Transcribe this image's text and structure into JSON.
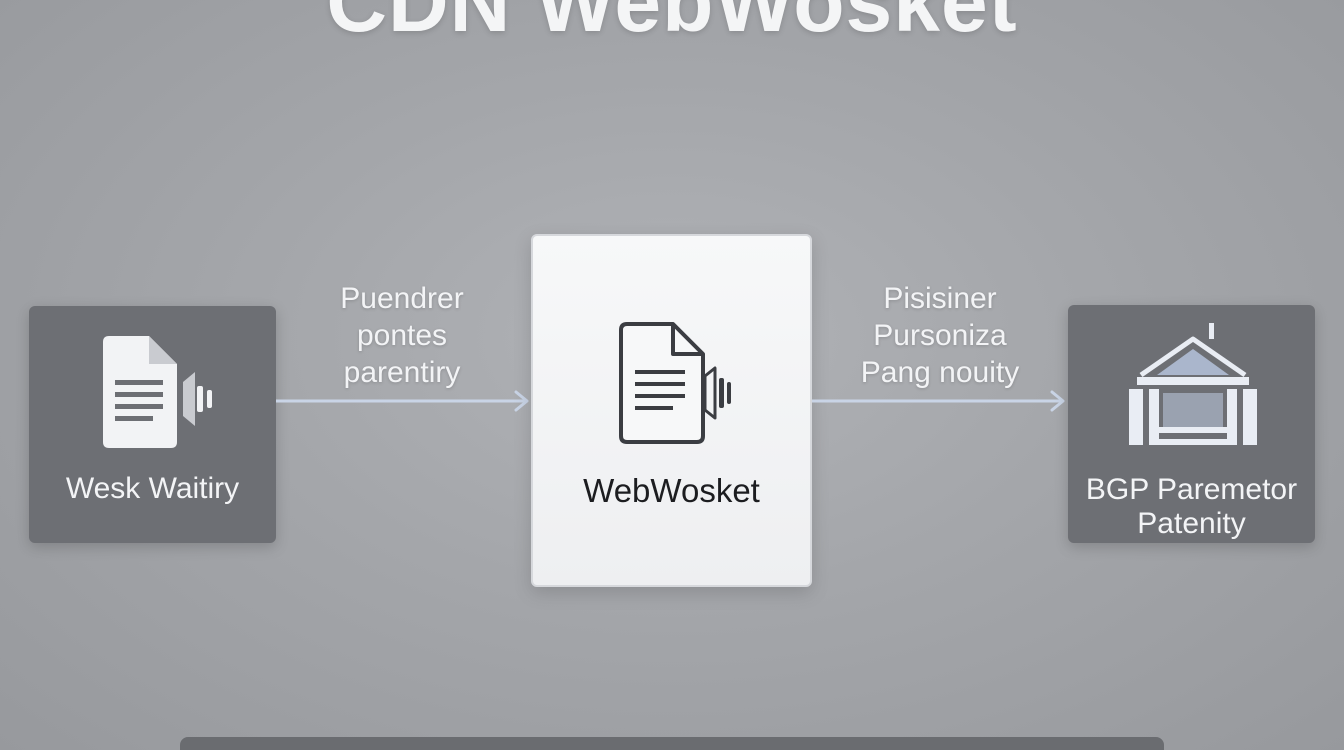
{
  "title": "CDN WebWosket",
  "nodes": {
    "left": {
      "lines": [
        "Wesk Waitiry"
      ],
      "icon": "document-speaker-icon"
    },
    "center": {
      "lines": [
        "WebWosket"
      ],
      "icon": "document-speaker-icon"
    },
    "right": {
      "lines": [
        "BGP Paremetor",
        "Patenity"
      ],
      "icon": "building-icon"
    }
  },
  "edges": {
    "left": {
      "lines": [
        "Puendrer",
        "pontes",
        "parentiry"
      ]
    },
    "right": {
      "lines": [
        "Pisisiner",
        "Pursoniza",
        "Pang nouity"
      ]
    }
  },
  "colors": {
    "background": "#a4a6aa",
    "dark_node": "#6d6f74",
    "light_node": "#f4f5f6",
    "arrow": "#c9d4e6",
    "text_light": "#f3f4f6",
    "text_dark": "#1c1d20"
  }
}
